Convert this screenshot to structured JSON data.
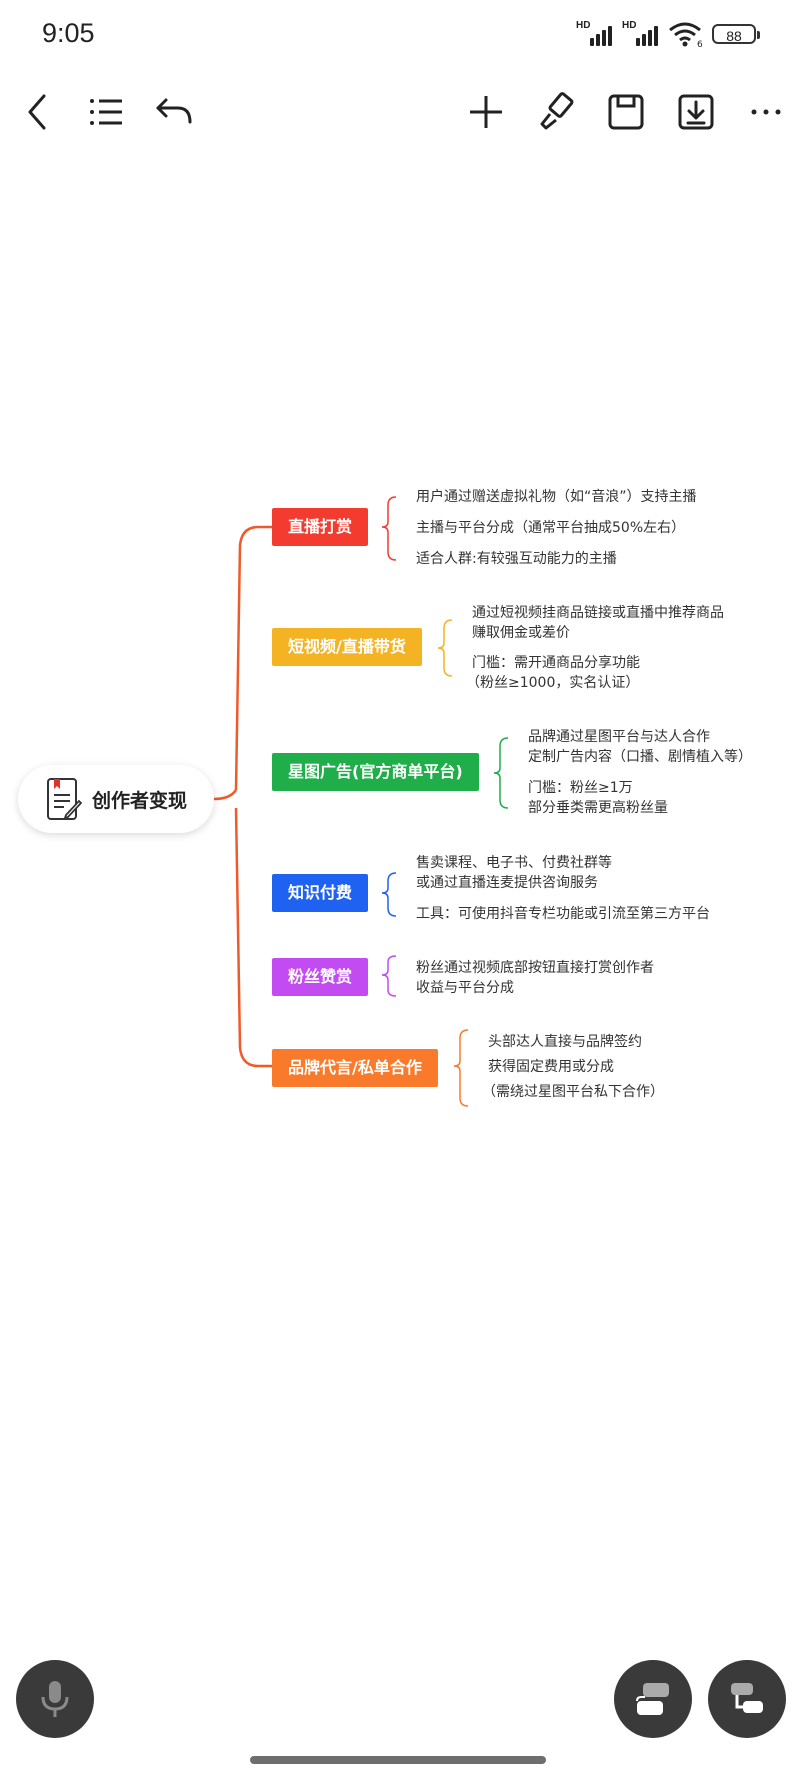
{
  "status": {
    "time": "9:05",
    "signal1": "HD",
    "signal2": "HD",
    "wifi_tag": "6",
    "battery": "88"
  },
  "toolbar": {
    "icons": [
      "back-icon",
      "outline-list-icon",
      "undo-icon",
      "add-icon",
      "format-brush-icon",
      "save-icon",
      "download-icon",
      "more-icon"
    ]
  },
  "mindmap": {
    "root": "创作者变现",
    "branches": [
      {
        "label": "直播打赏",
        "color": "#f33b2f",
        "details": [
          "用户通过赠送虚拟礼物（如“音浪”）支持主播",
          "主播与平台分成（通常平台抽成50%左右）",
          "适合人群:有较强互动能力的主播"
        ]
      },
      {
        "label": "短视频/直播带货",
        "color": "#f4b322",
        "details": [
          "通过短视频挂商品链接或直播中推荐商品",
          "赚取佣金或差价",
          "门槛：需开通商品分享功能",
          "（粉丝≥1000，实名认证）"
        ]
      },
      {
        "label": "星图广告(官方商单平台)",
        "color": "#1fae49",
        "details": [
          "品牌通过星图平台与达人合作",
          "定制广告内容（口播、剧情植入等）",
          "门槛：粉丝≥1万",
          "部分垂类需更高粉丝量"
        ]
      },
      {
        "label": "知识付费",
        "color": "#1f62f2",
        "details": [
          "售卖课程、电子书、付费社群等",
          "或通过直播连麦提供咨询服务",
          "工具：可使用抖音专栏功能或引流至第三方平台"
        ]
      },
      {
        "label": "粉丝赞赏",
        "color": "#c24bf2",
        "details": [
          "粉丝通过视频底部按钮直接打赏创作者",
          "收益与平台分成"
        ]
      },
      {
        "label": "品牌代言/私单合作",
        "color": "#f97a2b",
        "details": [
          "头部达人直接与品牌签约",
          "获得固定费用或分成",
          "（需绕过星图平台私下合作）"
        ]
      }
    ]
  },
  "fabs": [
    "microphone-icon",
    "map-layout-icon",
    "map-structure-icon"
  ]
}
